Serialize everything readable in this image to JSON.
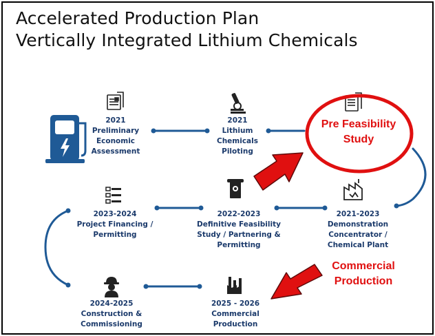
{
  "title": {
    "line1": "Accelerated Production Plan",
    "line2": "Vertically Integrated Lithium Chemicals"
  },
  "colors": {
    "navy": "#1b3a6b",
    "line_blue": "#1f5a96",
    "red": "#e01010"
  },
  "steps": [
    {
      "year": "2021",
      "lines": [
        "Preliminary",
        "Economic",
        "Assessment"
      ],
      "icon": "document-icon"
    },
    {
      "year": "2021",
      "lines": [
        "Lithium",
        "Chemicals",
        "Piloting"
      ],
      "icon": "microscope-icon"
    },
    {
      "year": "",
      "lines": [
        "Pre Feasibility",
        "Study"
      ],
      "icon": "report-icon"
    },
    {
      "year": "2021-2023",
      "lines": [
        "Demonstration",
        "Concentrator /",
        "Chemical Plant"
      ],
      "icon": "factory-plant-icon"
    },
    {
      "year": "2022-2023",
      "lines": [
        "Definitive Feasibility",
        "Study / Partnering &",
        "Permitting"
      ],
      "icon": "certificate-icon"
    },
    {
      "year": "2023-2024",
      "lines": [
        "Project Financing /",
        "Permitting"
      ],
      "icon": "checklist-icon"
    },
    {
      "year": "2024-2025",
      "lines": [
        "Construction &",
        "Commissioning"
      ],
      "icon": "worker-icon"
    },
    {
      "year": "2025 - 2026",
      "lines": [
        "Commercial",
        "Production"
      ],
      "icon": "factory-icon"
    }
  ],
  "annotation": {
    "lines": [
      "Commercial",
      "Production"
    ]
  },
  "left_icon": "charging-station-icon"
}
